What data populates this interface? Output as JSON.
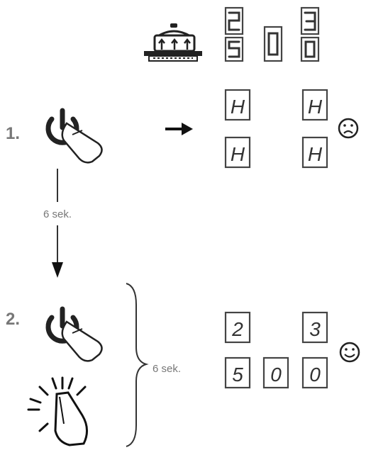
{
  "step1": {
    "number": "1.",
    "display": [
      "H",
      "H",
      "H",
      "H"
    ],
    "mood_icon": "sad-face-icon"
  },
  "step2": {
    "number": "2.",
    "display_top": [
      "2",
      "3"
    ],
    "display_bottom": [
      "5",
      "0",
      "0"
    ],
    "mood_icon": "happy-face-icon"
  },
  "header_display": {
    "digits": [
      "2/5",
      "0",
      "3/0"
    ],
    "icon": "pot-on-hob-icon"
  },
  "duration_vertical": "6 sek.",
  "duration_brace": "6 sek.",
  "icons": {
    "power_touch": "power-touch-icon",
    "arrow": "arrow-right-icon",
    "press_glow": "press-glow-icon"
  }
}
